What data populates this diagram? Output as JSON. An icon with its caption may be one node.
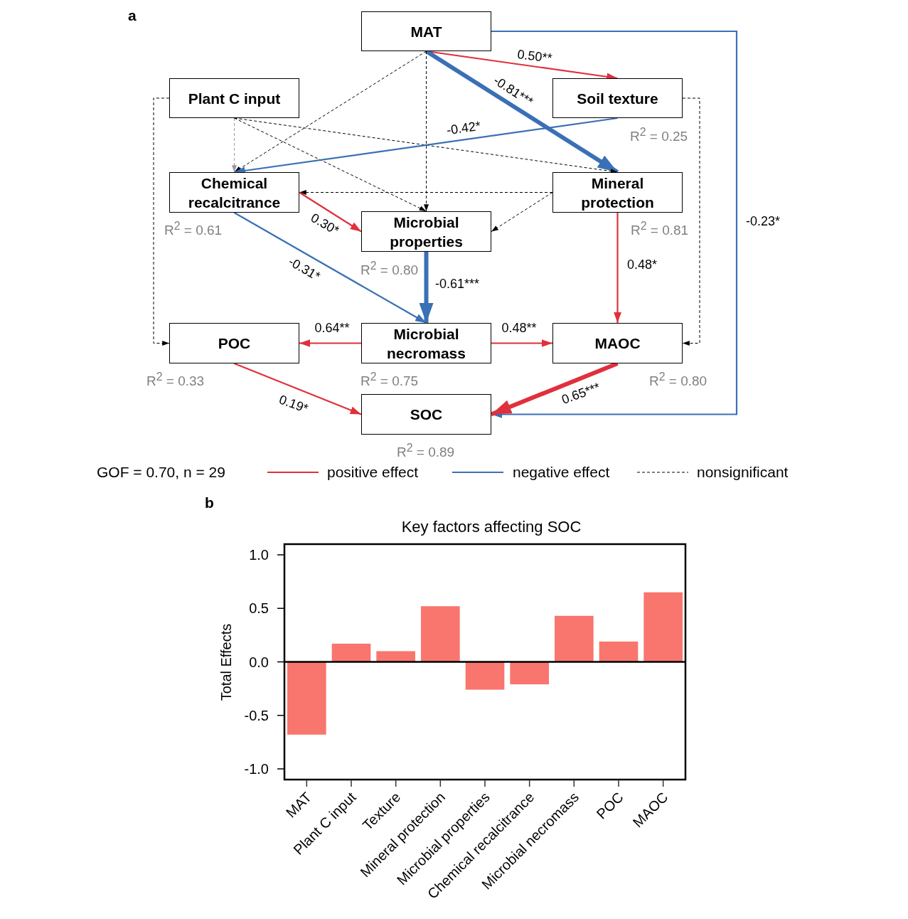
{
  "diagram": {
    "nodes": [
      {
        "text": [
          "MAT"
        ]
      },
      {
        "text": [
          "Plant C input"
        ]
      },
      {
        "text": [
          "Soil texture"
        ],
        "beside": [
          "R$^{2}$ = 0.25"
        ]
      },
      {
        "text": [
          "Chemical recalcitrance"
        ],
        "beside": [
          "R$^{2}$ = 0.61"
        ]
      },
      {
        "text": [
          "Mineral protection"
        ],
        "beside": [
          "R$^{2}$ = 0.81"
        ]
      },
      {
        "text": [
          "Microbial properties"
        ],
        "beside": [
          "R$^{2}$ = 0.80"
        ]
      },
      {
        "text": [
          "POC"
        ],
        "beside": [
          "R$^{2}$ = 0.33"
        ]
      },
      {
        "text": [
          "Microbial necromass"
        ],
        "beside": [
          "R$^{2}$ = 0.75"
        ]
      },
      {
        "text": [
          "MAOC"
        ],
        "beside": [
          "R$^{2}$ = 0.80"
        ]
      },
      {
        "text": [
          "SOC"
        ],
        "beside": [
          "R$^{2}$ = 0.89"
        ]
      }
    ],
    "edges": [
      {
        "from": 0,
        "to": 2,
        "arrow": "to",
        "label": "0.50**",
        "color": "#e0303c"
      },
      {
        "from": 0,
        "to": 4,
        "arrow": "to",
        "label": "-0.81***",
        "style": "thick",
        "color": "#3a70b5"
      },
      {
        "from": 0,
        "to": 9,
        "arrow": "to",
        "label": "-0.23*",
        "color": "#3a70b5"
      },
      {
        "from": 0,
        "to": 3,
        "arrow": "to",
        "style": "dashed"
      },
      {
        "from": 0,
        "to": 5,
        "arrow": "to",
        "style": "dashed"
      },
      {
        "from": 1,
        "to": 3,
        "arrow": "to",
        "style": "dashed",
        "color": "#9a9a9a"
      },
      {
        "from": 1,
        "to": 5,
        "arrow": "to",
        "style": "dashed"
      },
      {
        "from": 1,
        "to": 4,
        "arrow": "to",
        "style": "dashed"
      },
      {
        "from": 1,
        "to": 6,
        "arrow": "to",
        "style": "dashed"
      },
      {
        "from": 2,
        "to": 3,
        "arrow": "to",
        "label": "-0.42*",
        "color": "#3a70b5"
      },
      {
        "from": 2,
        "to": 8,
        "arrow": "to",
        "style": "dashed"
      },
      {
        "from": 4,
        "to": 3,
        "arrow": "to",
        "style": "dashed"
      },
      {
        "from": 4,
        "to": 5,
        "arrow": "to",
        "style": "dashed"
      },
      {
        "from": 3,
        "to": 5,
        "arrow": "to",
        "label": "0.30*",
        "color": "#e0303c"
      },
      {
        "from": 3,
        "to": 7,
        "arrow": "to",
        "label": "-0.31*",
        "color": "#3a70b5"
      },
      {
        "from": 4,
        "to": 8,
        "arrow": "to",
        "label": "0.48*",
        "color": "#e0303c"
      },
      {
        "from": 5,
        "to": 7,
        "arrow": "to",
        "label": "-0.61***",
        "style": "thick",
        "color": "#3a70b5"
      },
      {
        "from": 7,
        "to": 6,
        "arrow": "to",
        "label": "0.64**",
        "color": "#e0303c"
      },
      {
        "from": 7,
        "to": 8,
        "arrow": "to",
        "label": "0.48**",
        "color": "#e0303c"
      },
      {
        "from": 6,
        "to": 9,
        "arrow": "to",
        "label": "0.19*",
        "color": "#e0303c"
      },
      {
        "from": 8,
        "to": 9,
        "arrow": "to",
        "label": "0.65***",
        "style": "thick",
        "color": "#e0303c"
      }
    ],
    "labels": [
      "a",
      "GOF = 0.70, n = 29",
      "b"
    ],
    "legend": [
      {
        "text": "positive effect"
      },
      {
        "text": "negative effect"
      },
      {
        "text": "nonsignificant"
      }
    ],
    "chart_data": {
      "type": "bar",
      "title": "Key factors affecting SOC",
      "ylabel": "Total Effects",
      "categories": [
        "MAT",
        "Plant C input",
        "Texture",
        "Mineral protection",
        "Microbial properties",
        "Chemical recalcitrance",
        "Microbial necromass",
        "POC",
        "MAOC"
      ],
      "series": [
        {
          "color": "#f8766d",
          "values": [
            -0.68,
            0.17,
            0.1,
            0.52,
            -0.26,
            -0.21,
            0.43,
            0.19,
            0.65
          ]
        }
      ],
      "ylim": [
        -1.1,
        1.1
      ],
      "yticks": [
        {
          "value": -1,
          "label": "-1.0"
        },
        {
          "value": -0.5,
          "label": "-0.5"
        },
        {
          "value": 0,
          "label": "0.0"
        },
        {
          "value": 0.5,
          "label": "0.5"
        },
        {
          "value": 1,
          "label": "1.0"
        }
      ]
    }
  }
}
